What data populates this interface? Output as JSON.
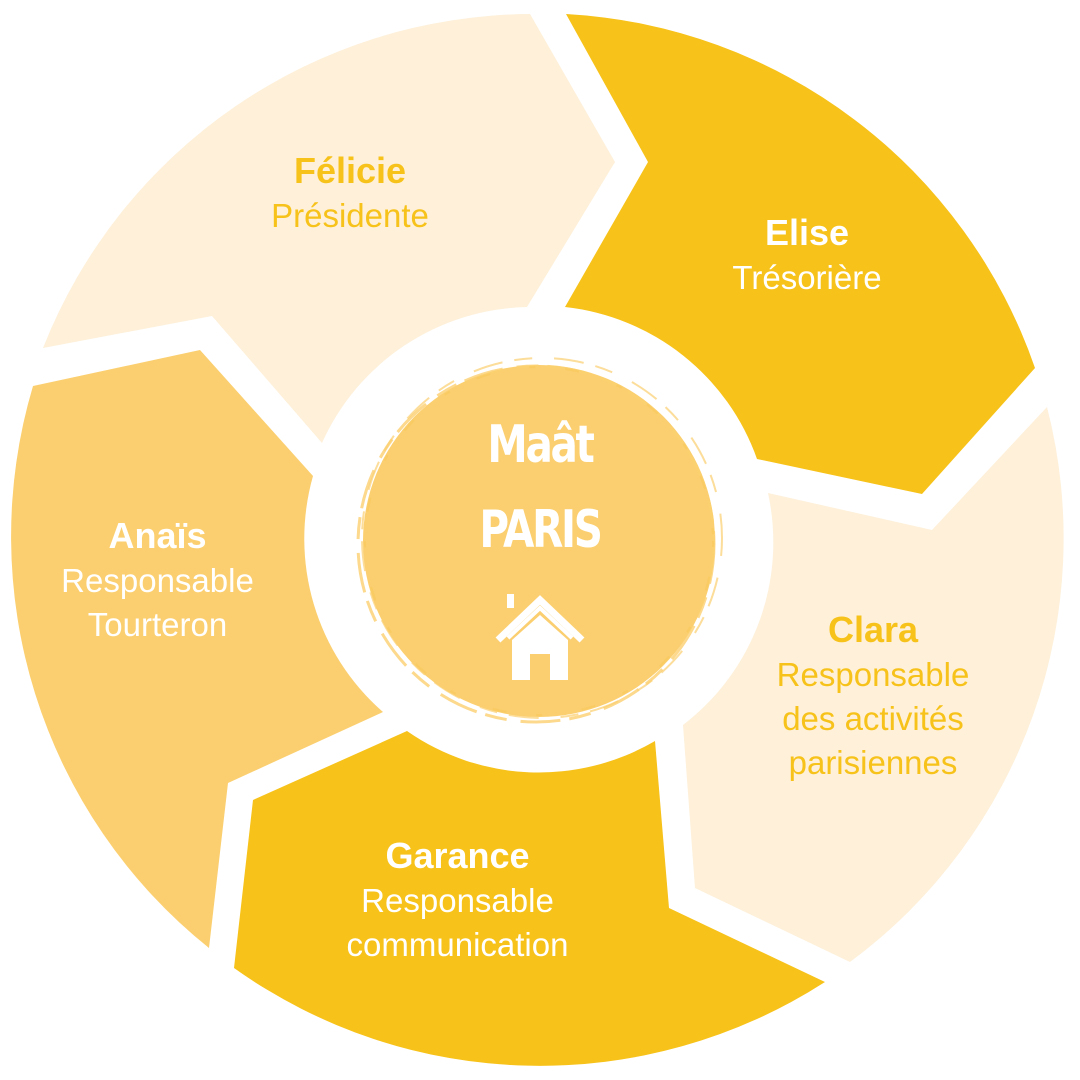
{
  "center": {
    "line1": "Maât",
    "line2": "PARIS",
    "icon": "home-icon"
  },
  "colors": {
    "pale_cream": "#FEF0D9",
    "strong_yellow": "#F7C219",
    "light_orange": "#FBCF6F",
    "center_fill": "#FBCF6F",
    "text_yellow": "#F7C219",
    "text_white": "#FFFFFF"
  },
  "members": [
    {
      "name": "Félicie",
      "role_lines": [
        "Présidente"
      ]
    },
    {
      "name": "Elise",
      "role_lines": [
        "Trésorière"
      ]
    },
    {
      "name": "Clara",
      "role_lines": [
        "Responsable",
        "des activités",
        "parisiennes"
      ]
    },
    {
      "name": "Garance",
      "role_lines": [
        "Responsable",
        "communication"
      ]
    },
    {
      "name": "Anaïs",
      "role_lines": [
        "Responsable",
        "Tourteron"
      ]
    }
  ]
}
